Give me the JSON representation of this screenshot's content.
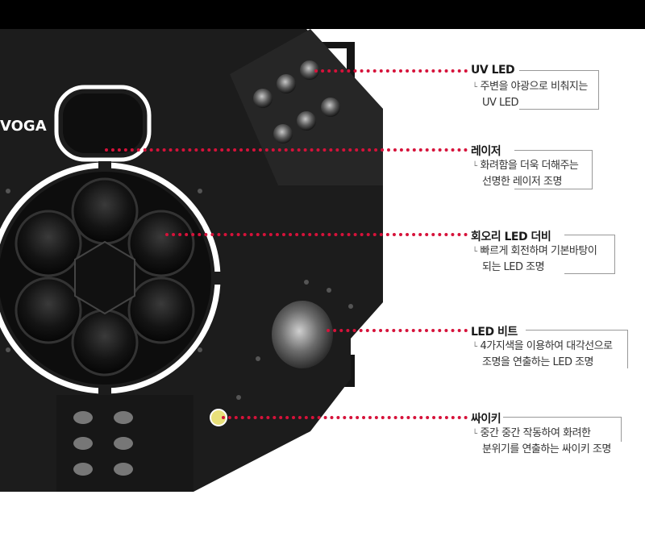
{
  "brand": {
    "logo_text": "VOGA"
  },
  "features": [
    {
      "title": "UV LED",
      "desc_line1": "주변을 야광으로 비춰지는",
      "desc_line2": "UV LED"
    },
    {
      "title": "레이저",
      "desc_line1": "화려함을 더욱 더해주는",
      "desc_line2": "선명한 레이저 조명"
    },
    {
      "title": "회오리 LED 더비",
      "desc_line1": "빠르게 회전하며 기본바탕이",
      "desc_line2": "되는 LED 조명"
    },
    {
      "title": "LED 비트",
      "desc_line1": "4가지색을 이용하여 대각선으로",
      "desc_line2": "조명을 연출하는 LED 조명"
    },
    {
      "title": "싸이키",
      "desc_line1": "중간 중간 작동하여 화려한",
      "desc_line2": "분위기를 연출하는 싸이키 조명"
    }
  ],
  "colors": {
    "accent_dots": "#d6123a",
    "device_body": "#1c1c1c",
    "background": "#ffffff"
  }
}
